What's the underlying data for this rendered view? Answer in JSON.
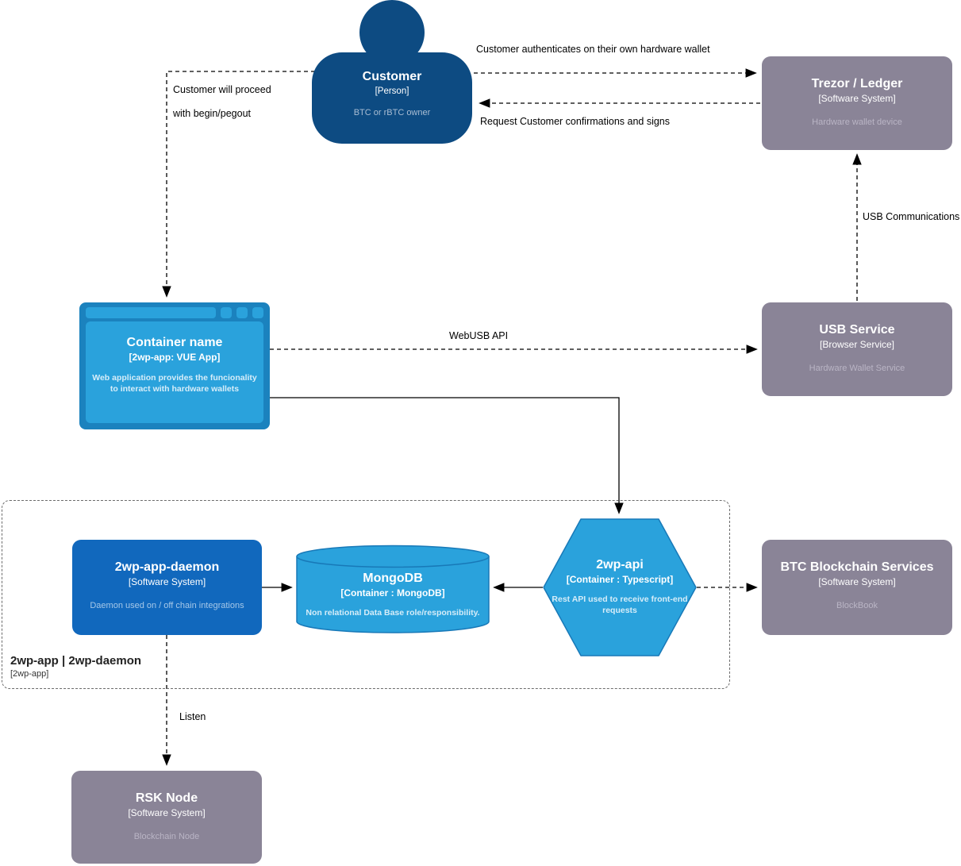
{
  "diagram": {
    "nodes": {
      "customer": {
        "title": "Customer",
        "type": "[Person]",
        "desc": "BTC or rBTC owner"
      },
      "trezor": {
        "title": "Trezor / Ledger",
        "type": "[Software System]",
        "desc": "Hardware wallet device"
      },
      "container": {
        "title": "Container name",
        "type": "[2wp-app: VUE App]",
        "desc": "Web application provides the funcionality to interact with hardware wallets"
      },
      "usb_service": {
        "title": "USB Service",
        "type": "[Browser Service]",
        "desc": "Hardware Wallet Service"
      },
      "daemon": {
        "title": "2wp-app-daemon",
        "type": "[Software System]",
        "desc": "Daemon used on / off chain integrations"
      },
      "mongodb": {
        "title": "MongoDB",
        "type": "[Container : MongoDB]",
        "desc": "Non relational Data Base role/responsibility."
      },
      "api": {
        "title": "2wp-api",
        "type": "[Container : Typescript]",
        "desc": "Rest API used to receive front-end requests"
      },
      "btc": {
        "title": "BTC Blockchain Services",
        "type": "[Software System]",
        "desc": "BlockBook"
      },
      "rsk": {
        "title": "RSK Node",
        "type": "[Software System]",
        "desc": "Blockchain Node"
      }
    },
    "boundary": {
      "title": "2wp-app | 2wp-daemon",
      "type": "[2wp-app]"
    },
    "edges": {
      "auth": "Customer authenticates on their own hardware wallet",
      "request": "Request Customer confirmations and signs",
      "proceed_line1": "Customer will proceed",
      "proceed_line2": "with begin/pegout",
      "webusb": "WebUSB API",
      "usb_comm": "USB Communications",
      "listen": "Listen"
    },
    "colors": {
      "person": "#0d4b82",
      "software_system_gray": "#8a8497",
      "container_blue": "#1168bd",
      "light_blue": "#2aa2dc",
      "browser_frame_blue": "#1b82be",
      "shape_border_blue": "#1879b8",
      "edge_line": "#000000",
      "boundary_dash": "#6b6b6b"
    }
  }
}
